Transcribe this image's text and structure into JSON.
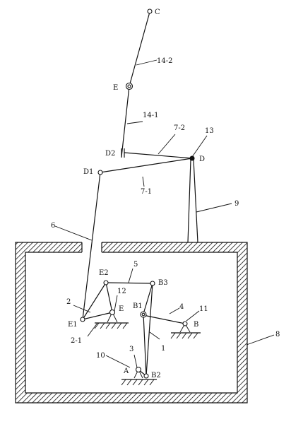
{
  "labels": {
    "C": "C",
    "n14_2": "14-2",
    "E_top": "E",
    "n14_1": "14-1",
    "n7_2": "7-2",
    "n13": "13",
    "D2": "D2",
    "D": "D",
    "D1": "D1",
    "n7_1": "7-1",
    "n9": "9",
    "n6": "6",
    "n5": "5",
    "E2": "E2",
    "B3": "B3",
    "n2": "2",
    "n12": "12",
    "E_low": "E",
    "B1": "B1",
    "n4": "4",
    "n11": "11",
    "E1": "E1",
    "B": "B",
    "n2_1": "2-1",
    "n8": "8",
    "n10": "10",
    "n3": "3",
    "n1": "1",
    "A": "A",
    "B2": "B2"
  }
}
